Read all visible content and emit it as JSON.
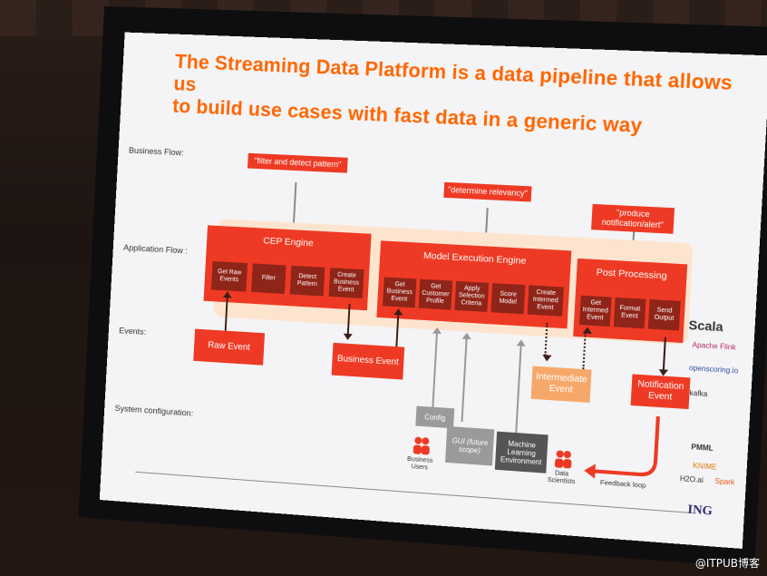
{
  "slide": {
    "title_line1": "The Streaming Data Platform is a data pipeline that allows us",
    "title_line2": "to build use cases with fast data in a generic way",
    "row_labels": {
      "business_flow": "Business Flow:",
      "application_flow": "Application Flow :",
      "events": "Events:",
      "system_configuration": "System configuration:"
    },
    "callouts": {
      "filter_detect": "\"filter and detect pattern\"",
      "determine": "\"determine relevancy\"",
      "produce": "\"produce notification/alert\""
    },
    "engines": {
      "cep": {
        "name": "CEP Engine",
        "steps": [
          "Get Raw Events",
          "Filter",
          "Detect Pattern",
          "Create Business Event"
        ]
      },
      "model": {
        "name": "Model Execution Engine",
        "steps": [
          "Get Business Event",
          "Get Customer Profile",
          "Apply Selection Criteria",
          "Score Model",
          "Create Intermed Event"
        ]
      },
      "post": {
        "name": "Post Processing",
        "steps": [
          "Get Intermed Event",
          "Format Event",
          "Send Output"
        ]
      }
    },
    "events": {
      "raw": "Raw Event",
      "business": "Business Event",
      "intermediate": "Intermediate Event",
      "notification": "Notification Event"
    },
    "system": {
      "config": "Config",
      "gui": "GUI (future scope)",
      "ml_env": "Machine Learning Environment",
      "business_users": "Business Users",
      "data_scientists": "Data Scientists",
      "feedback_loop": "Feedback loop"
    },
    "tech_logos": {
      "scala": "Scala",
      "spark": "Apache Flink",
      "cassandra": "openscoring.io",
      "kafka": "kafka",
      "pmml": "PMML",
      "knime": "KNIME",
      "h2o": "H2O.ai",
      "spark2": "Spark"
    },
    "brand": "ING"
  },
  "watermark": "@ITPUB博客",
  "colors": {
    "title": "#ff6600",
    "primary_red": "#ee3a24",
    "dark_step": "#8f2419",
    "light_orange": "#f6a86a",
    "band": "#fde4cf",
    "grey_box": "#9a9a9a",
    "dark_grey_box": "#555555"
  }
}
